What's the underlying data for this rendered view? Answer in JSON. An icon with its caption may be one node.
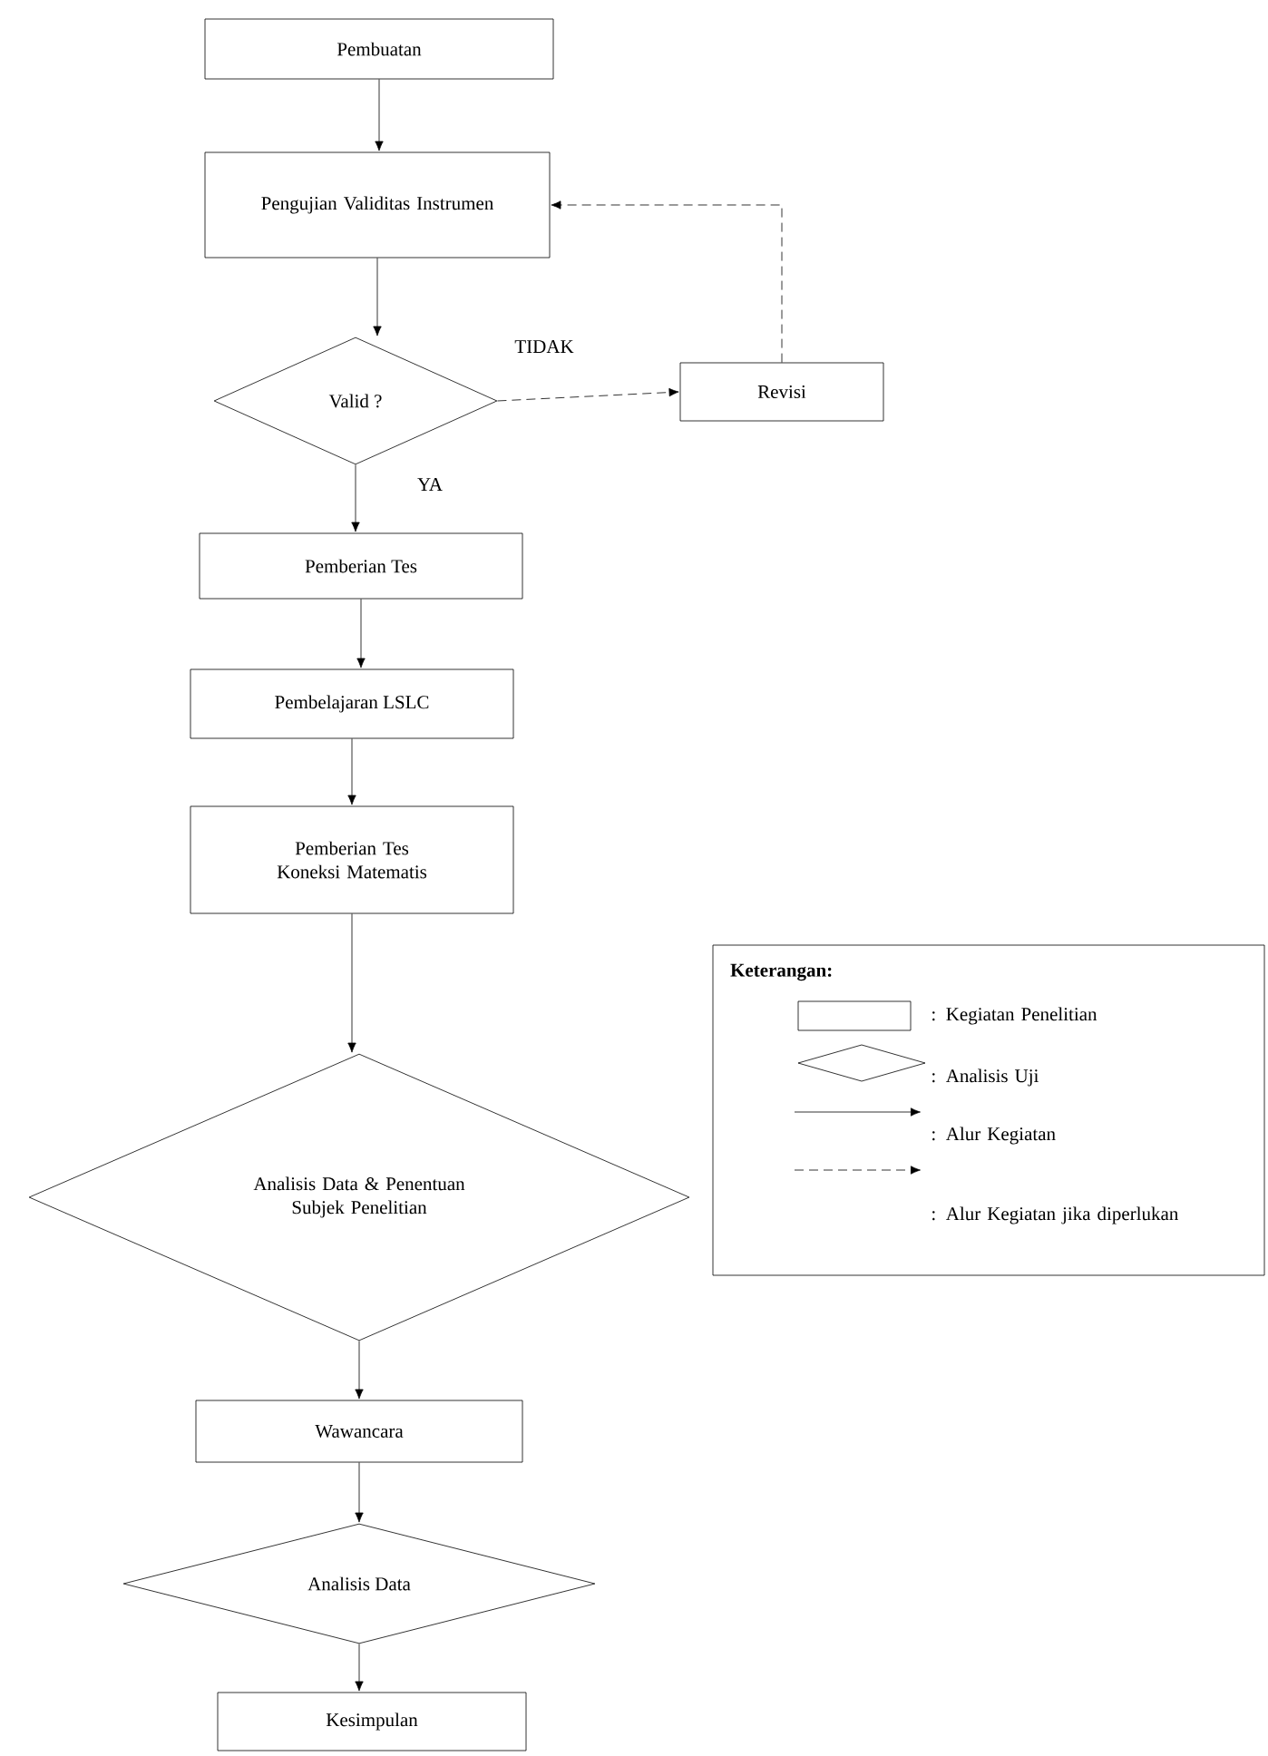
{
  "diagram": {
    "nodes": [
      {
        "text": [
          "Pembuatan"
        ]
      },
      {
        "text": [
          "Pengujian Validitas Instrumen"
        ]
      },
      {
        "text": [
          "Valid ?"
        ]
      },
      {
        "text": [
          "Revisi"
        ]
      },
      {
        "text": [
          "Pemberian Tes"
        ]
      },
      {
        "text": [
          "Pembelajaran LSLC"
        ]
      },
      {
        "text": [
          "Pemberian Tes Koneksi Matematis"
        ]
      },
      {
        "text": [
          "Analisis Data & Penentuan Subjek Penelitian"
        ]
      },
      {
        "text": [
          "Wawancara"
        ]
      },
      {
        "text": [
          "Analisis Data"
        ]
      },
      {
        "text": [
          "Kesimpulan"
        ]
      }
    ],
    "edges": [
      {
        "from": 0,
        "to": 1,
        "arrow": "to"
      },
      {
        "from": 1,
        "to": 2,
        "arrow": "to"
      },
      {
        "from": 2,
        "to": 3,
        "arrow": "to",
        "style": "dashed",
        "label": "TIDAK"
      },
      {
        "from": 3,
        "to": 1,
        "arrow": "to",
        "style": "dashed"
      },
      {
        "from": 2,
        "to": 4,
        "arrow": "to",
        "label": "YA"
      },
      {
        "from": 4,
        "to": 5,
        "arrow": "to"
      },
      {
        "from": 5,
        "to": 6,
        "arrow": "to"
      },
      {
        "from": 6,
        "to": 7,
        "arrow": "to"
      },
      {
        "from": 7,
        "to": 8,
        "arrow": "to"
      },
      {
        "from": 8,
        "to": 9,
        "arrow": "to"
      },
      {
        "from": 9,
        "to": 10,
        "arrow": "to"
      }
    ],
    "labels": [
      "Keterangan:"
    ],
    "legend": [
      {
        "text": ": Kegiatan Penelitian"
      },
      {
        "text": ": Analisis Uji"
      },
      {
        "text": ": Alur Kegiatan"
      },
      {
        "text": ": Alur Kegiatan jika diperlukan"
      }
    ]
  }
}
